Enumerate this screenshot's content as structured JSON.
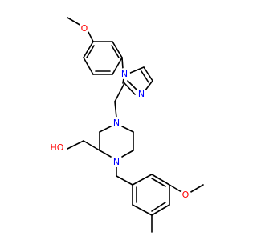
{
  "colors": {
    "background": "#ffffff",
    "carbon_bond": "#000000",
    "oxygen": "#ff0000",
    "nitrogen": "#0000ff"
  },
  "atoms": {
    "o_methoxy_top": "O",
    "n_imidazole_1": "N",
    "n_imidazole_3": "N",
    "n_piperazine_4": "N",
    "n_piperazine_1": "N",
    "o_hydroxyl": "HO",
    "o_methoxy_bottom": "O"
  }
}
